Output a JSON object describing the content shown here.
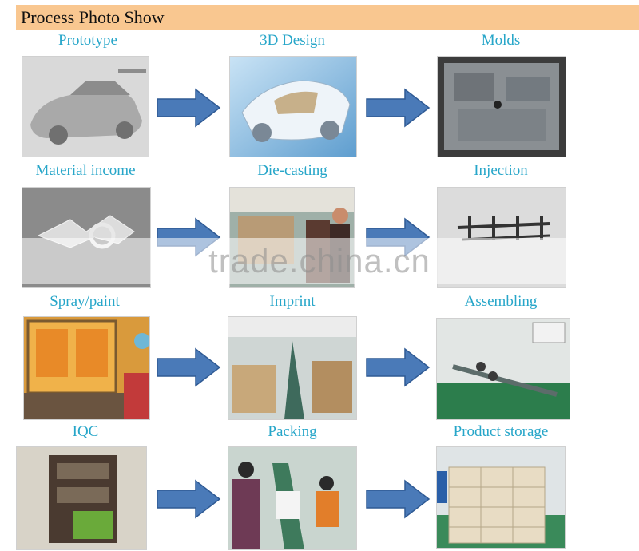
{
  "header": {
    "title": "Process Photo Show"
  },
  "steps": [
    {
      "label": "Prototype"
    },
    {
      "label": "3D Design"
    },
    {
      "label": "Molds"
    },
    {
      "label": "Material income"
    },
    {
      "label": "Die-casting"
    },
    {
      "label": "Injection"
    },
    {
      "label": "Spray/paint"
    },
    {
      "label": "Imprint"
    },
    {
      "label": "Assembling"
    },
    {
      "label": "IQC"
    },
    {
      "label": "Packing"
    },
    {
      "label": "Product storage"
    }
  ],
  "watermark": {
    "text": "trade.china.cn"
  },
  "colors": {
    "header_bg": "#f9c790",
    "label": "#27a6c9",
    "arrow": "#4a7ab8"
  },
  "arrow_icon": "right-arrow-icon"
}
